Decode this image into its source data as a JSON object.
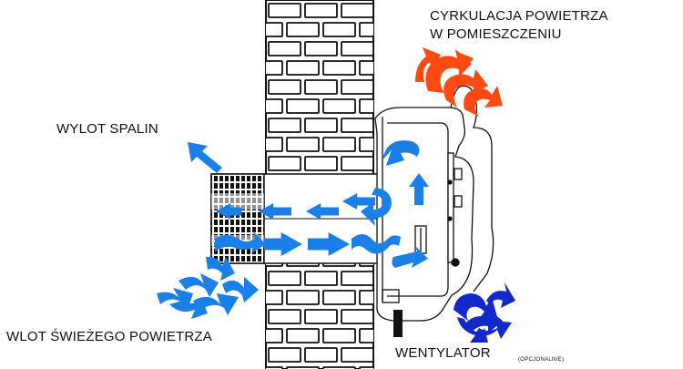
{
  "labels": {
    "room_circulation_line1": "CYRKULACJA POWIETRZA",
    "room_circulation_line2": "W POMIESZCZENIU",
    "exhaust_outlet": "WYLOT SPALIN",
    "fresh_air_inlet": "WLOT ŚWIEŻEGO POWIETRZA",
    "fan": "WENTYLATOR",
    "fan_optional": "(OPCJONALNIE)"
  },
  "colors": {
    "flow_arrow": "#1a7fe6",
    "warm_air": "#ff4a14",
    "fan_blue": "#1228c8",
    "outline": "#111111"
  }
}
